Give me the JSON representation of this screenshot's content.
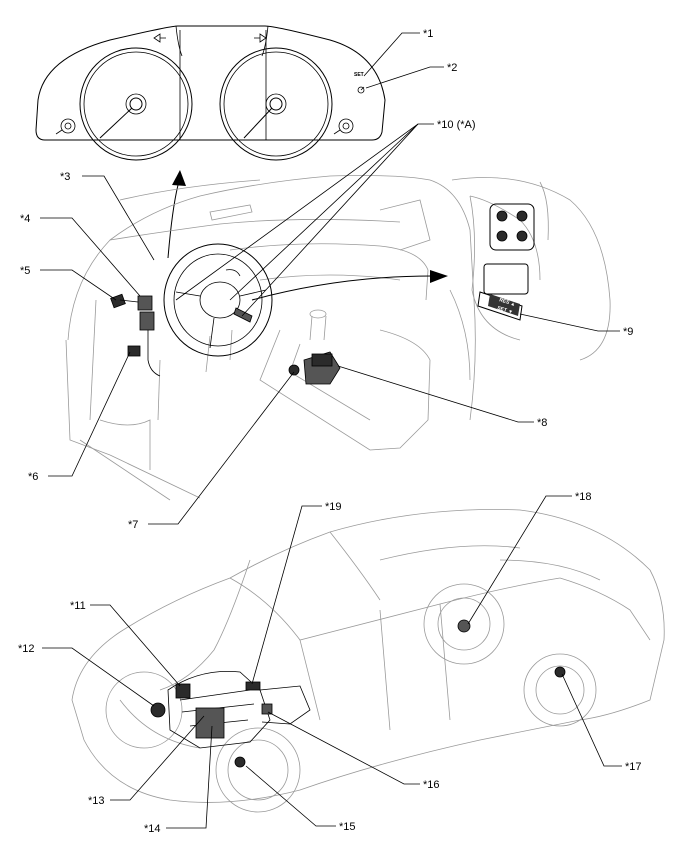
{
  "callouts": [
    {
      "id": "c1",
      "label": "*1"
    },
    {
      "id": "c2",
      "label": "*2"
    },
    {
      "id": "c3",
      "label": "*3"
    },
    {
      "id": "c4",
      "label": "*4"
    },
    {
      "id": "c5",
      "label": "*5"
    },
    {
      "id": "c6",
      "label": "*6"
    },
    {
      "id": "c7",
      "label": "*7"
    },
    {
      "id": "c8",
      "label": "*8"
    },
    {
      "id": "c9",
      "label": "*9"
    },
    {
      "id": "c10",
      "label": "*10 (*A)"
    },
    {
      "id": "c11",
      "label": "*11"
    },
    {
      "id": "c12",
      "label": "*12"
    },
    {
      "id": "c13",
      "label": "*13"
    },
    {
      "id": "c14",
      "label": "*14"
    },
    {
      "id": "c15",
      "label": "*15"
    },
    {
      "id": "c16",
      "label": "*16"
    },
    {
      "id": "c17",
      "label": "*17"
    },
    {
      "id": "c18",
      "label": "*18"
    },
    {
      "id": "c19",
      "label": "*19"
    }
  ],
  "cluster": {
    "set_indicator": "SET"
  },
  "switch_labels": [
    "RES ▲",
    "SET ▼"
  ]
}
